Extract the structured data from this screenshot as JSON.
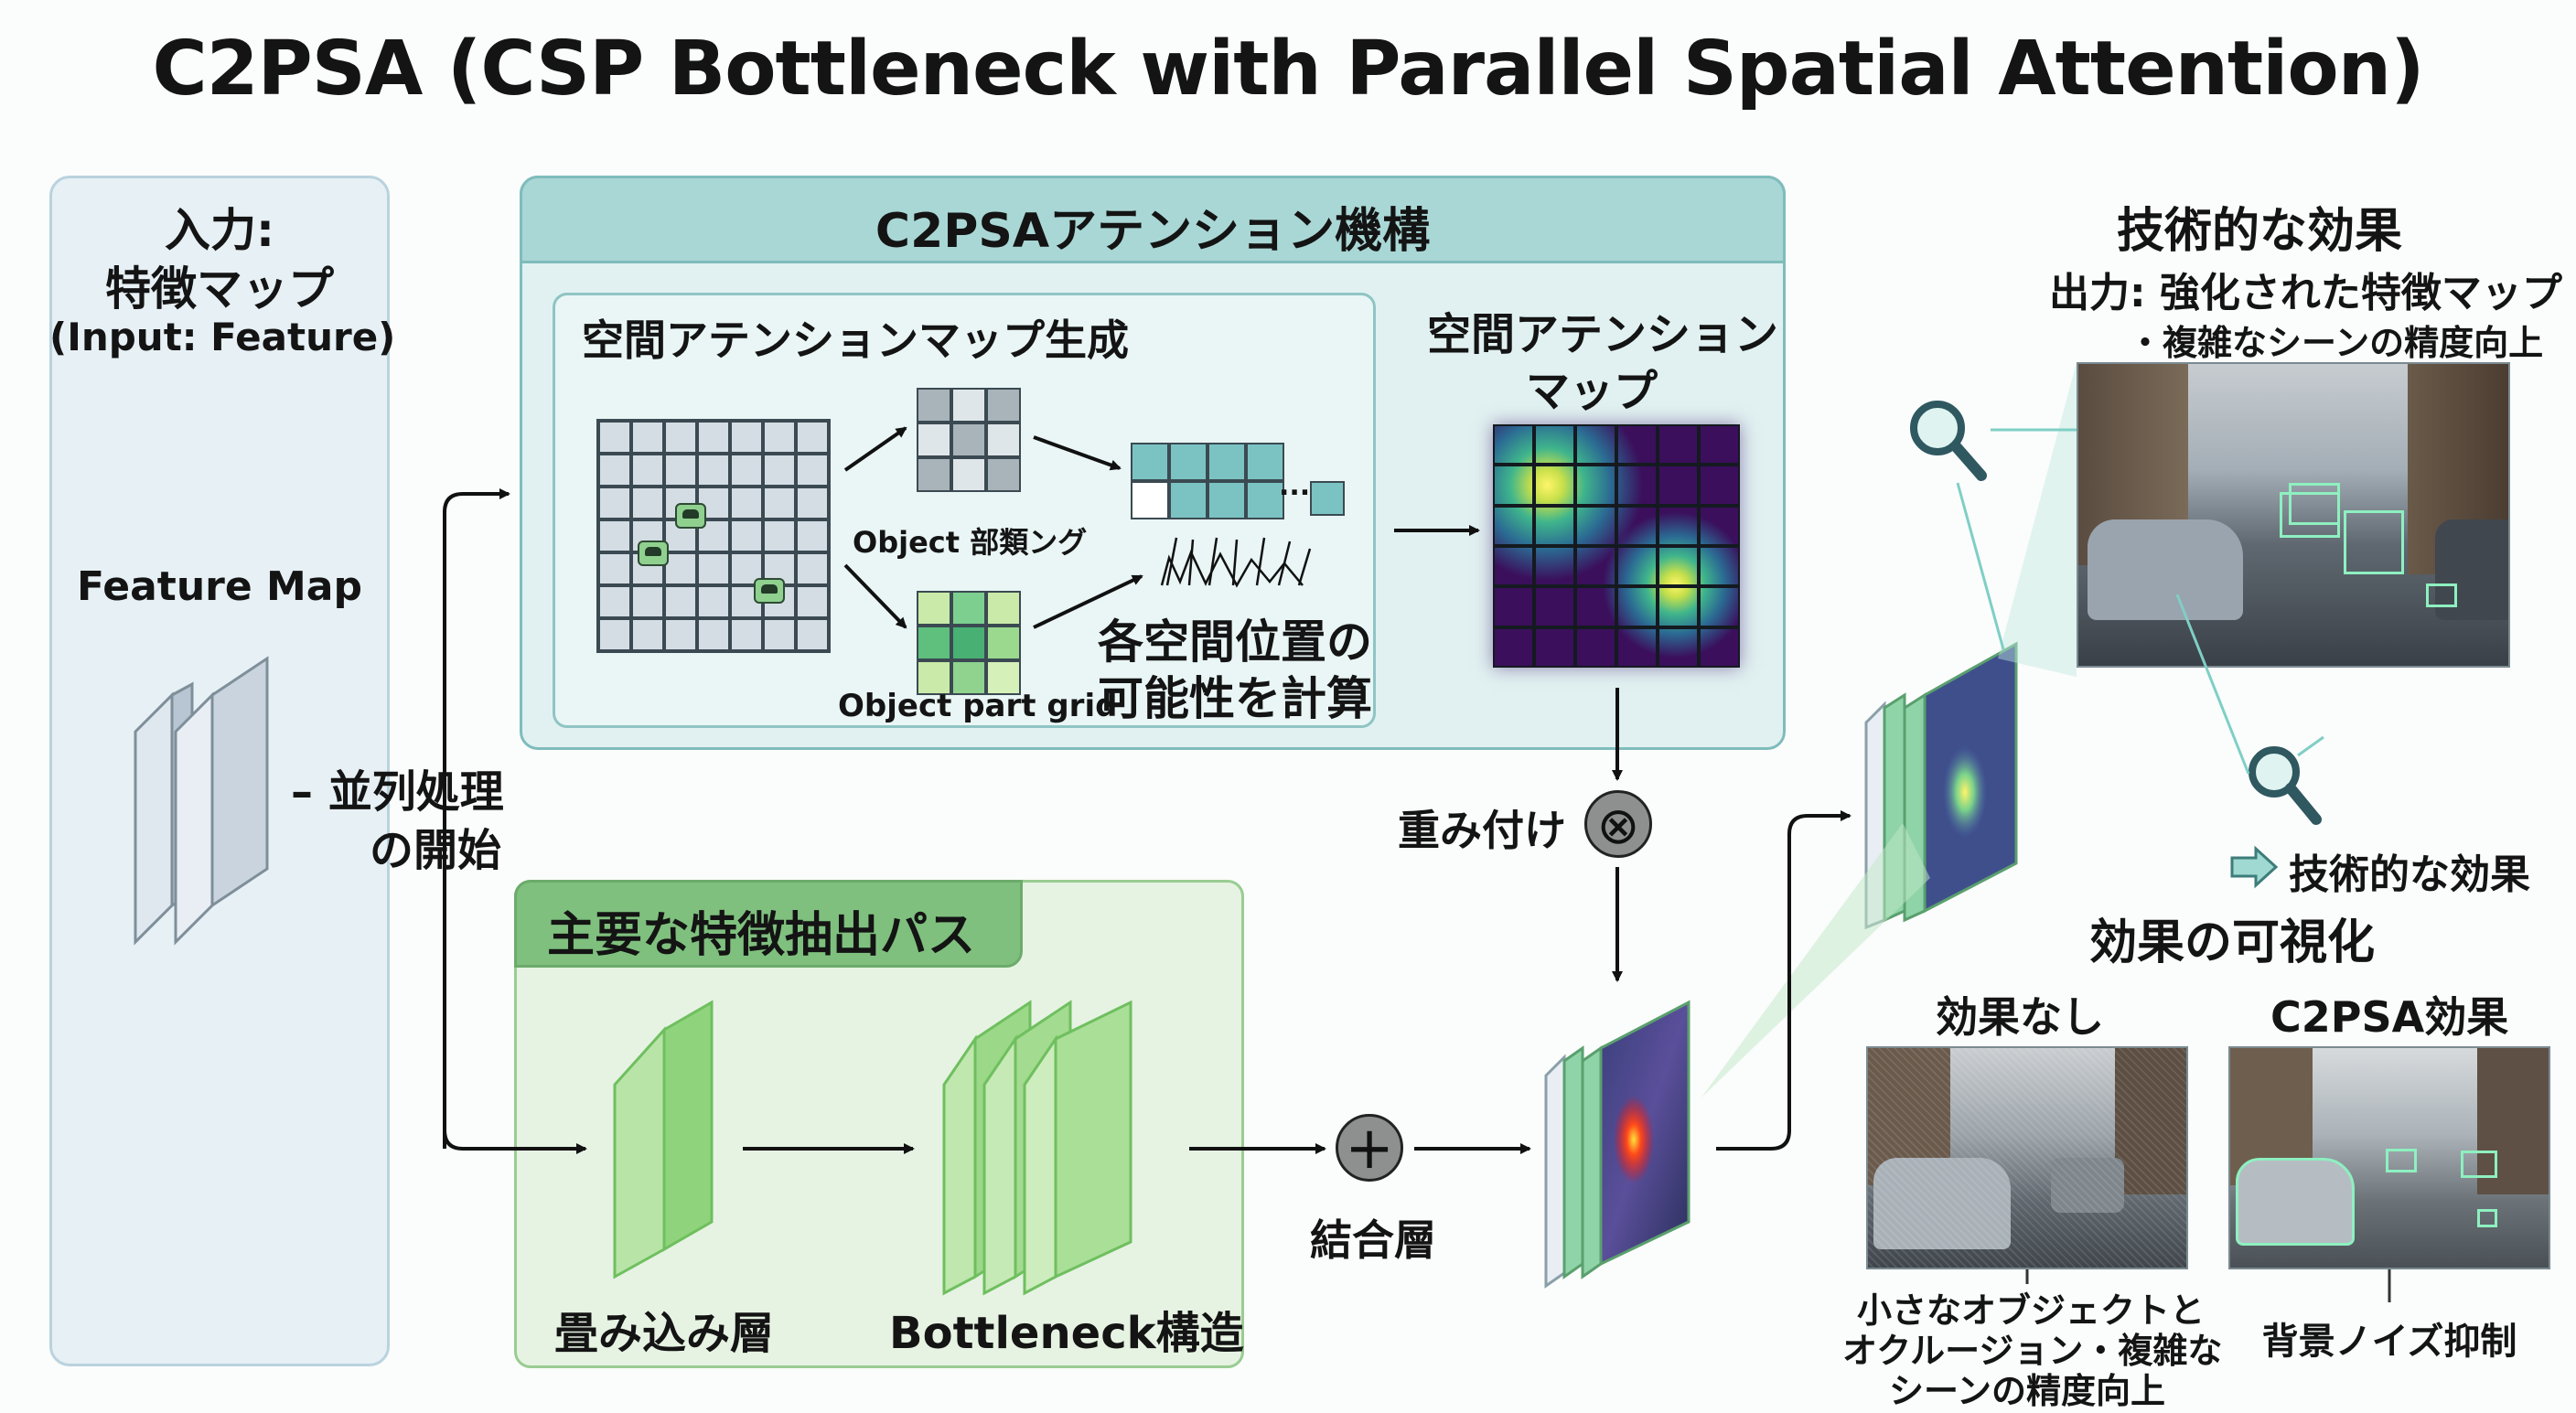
{
  "title": "C2PSA (CSP Bottleneck with Parallel Spatial Attention)",
  "input": {
    "title_line1": "入力:",
    "title_line2": "特徴マップ",
    "title_line3": "(Input: Feature)",
    "feature_label": "Feature Map"
  },
  "parallel": {
    "line1": "– 並列処理",
    "line2": "の開始"
  },
  "attention": {
    "header": "C2PSAアテンション機構",
    "inner_title": "空間アテンションマップ生成",
    "object_label_top": "Object 部類ング",
    "object_label_bottom": "Object part grid",
    "calc_line1": "各空間位置の",
    "calc_line2": "可能性を計算",
    "map_title_line1": "空間アテンション",
    "map_title_line2": "マップ",
    "ellipsis": "..."
  },
  "weighting": {
    "label": "重み付け",
    "symbol": "⊗"
  },
  "main_path": {
    "header": "主要な特徴抽出パス",
    "conv_label": "畳み込み層",
    "bottleneck_label": "Bottleneck構造"
  },
  "concat": {
    "label": "結合層",
    "symbol": "+"
  },
  "effects": {
    "title": "技術的な効果",
    "output_line": "出力: 強化された特徴マップ",
    "bullet": "・複雑なシーンの精度向上",
    "tech_arrow_label": "技術的な効果",
    "visual_title": "効果の可視化",
    "no_effect_title": "効果なし",
    "c2psa_title": "C2PSA効果",
    "no_effect_caption_1": "小さなオブジェクトと",
    "no_effect_caption_2": "オクルージョン・複雑な",
    "no_effect_caption_3": "シーンの精度向上",
    "c2psa_caption": "背景ノイズ抑制"
  },
  "colors": {
    "teal": "#7fbcbc",
    "green": "#7fc07e",
    "input_bg": "#e6f0f5",
    "heatmap_bg": "#3b0f5c"
  }
}
